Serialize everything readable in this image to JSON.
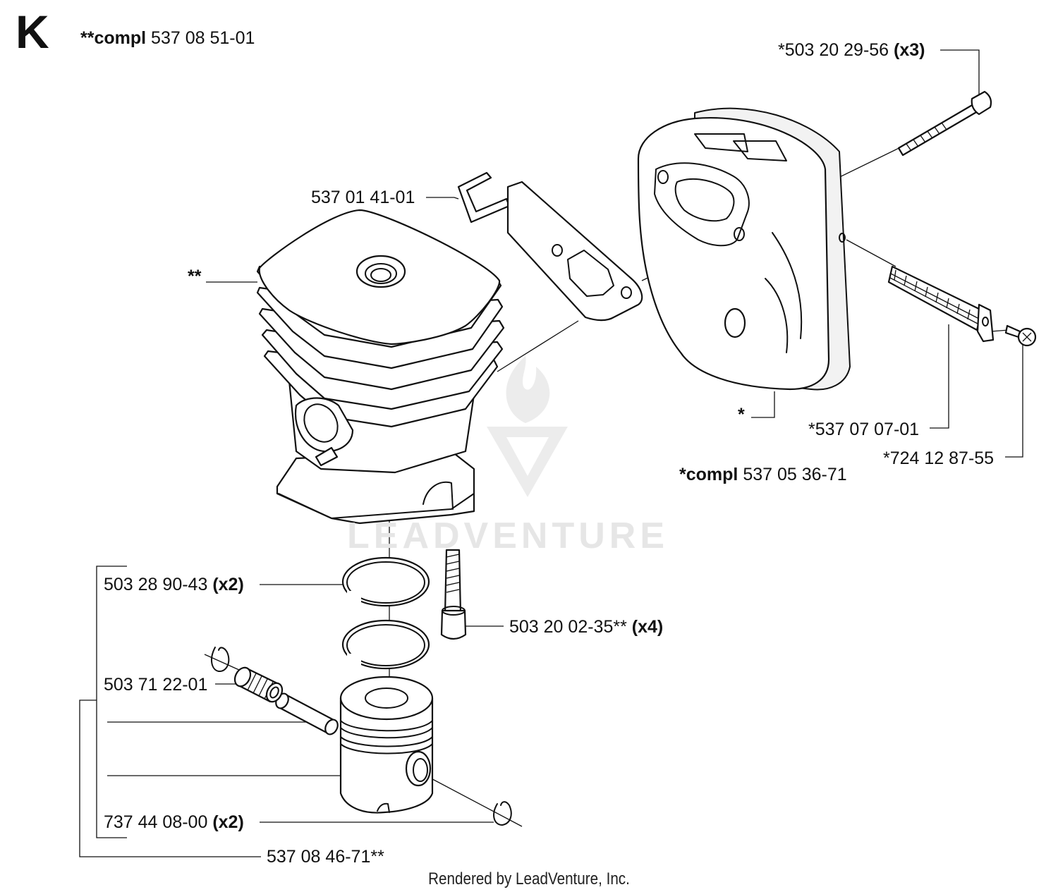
{
  "section": "K",
  "header": {
    "prefix": "**compl",
    "number": "537 08 51-01"
  },
  "assemblies": {
    "cylinder_assy": {
      "marker": "**"
    },
    "muffler_assy": {
      "marker": "*",
      "prefix": "*compl",
      "number": "537 05 36-71"
    }
  },
  "parts": {
    "muffler_bolt": {
      "number": "*503 20 29-56",
      "qty": "(x3)"
    },
    "heat_shield": {
      "number": "537 01 41-01"
    },
    "spark_screen": {
      "number": "*537 07 07-01"
    },
    "screen_screw": {
      "number": "*724 12 87-55"
    },
    "piston_ring": {
      "number": "503 28 90-43",
      "qty": "(x2)"
    },
    "cylinder_screw": {
      "number": "503 20 02-35**",
      "qty": "(x4)"
    },
    "needle_bearing": {
      "number": "503 71 22-01"
    },
    "circlip": {
      "number": "737 44 08-00",
      "qty": "(x2)"
    },
    "piston_kit": {
      "number": "537 08 46-71**"
    }
  },
  "watermark": {
    "brand": "LEADVENTURE"
  },
  "footer": {
    "credit": "Rendered by LeadVenture, Inc."
  }
}
